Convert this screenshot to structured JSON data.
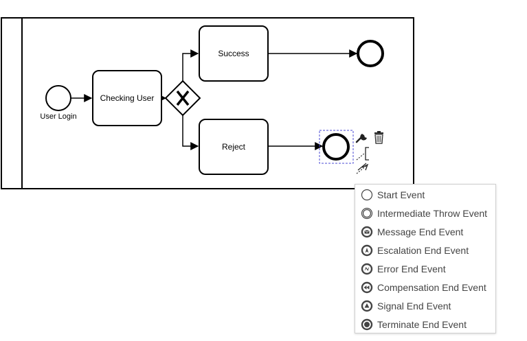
{
  "diagram": {
    "start_event_label": "User Login",
    "checking_task_label": "Checking User",
    "success_task_label": "Success",
    "reject_task_label": "Reject"
  },
  "context_menu": {
    "items": [
      {
        "label": "Start Event",
        "icon": "start-event-icon"
      },
      {
        "label": "Intermediate Throw Event",
        "icon": "intermediate-throw-event-icon"
      },
      {
        "label": "Message End Event",
        "icon": "message-end-event-icon"
      },
      {
        "label": "Escalation End Event",
        "icon": "escalation-end-event-icon"
      },
      {
        "label": "Error End Event",
        "icon": "error-end-event-icon"
      },
      {
        "label": "Compensation End Event",
        "icon": "compensation-end-event-icon"
      },
      {
        "label": "Signal End Event",
        "icon": "signal-end-event-icon"
      },
      {
        "label": "Terminate End Event",
        "icon": "terminate-end-event-icon"
      }
    ]
  },
  "context_pad": {
    "tools": [
      "wrench-icon",
      "trash-icon",
      "text-annotation-icon",
      "connect-arrow-icon"
    ]
  },
  "colors": {
    "stroke": "#000000",
    "selection": "#4a4ad6",
    "menu_text": "#444444"
  }
}
